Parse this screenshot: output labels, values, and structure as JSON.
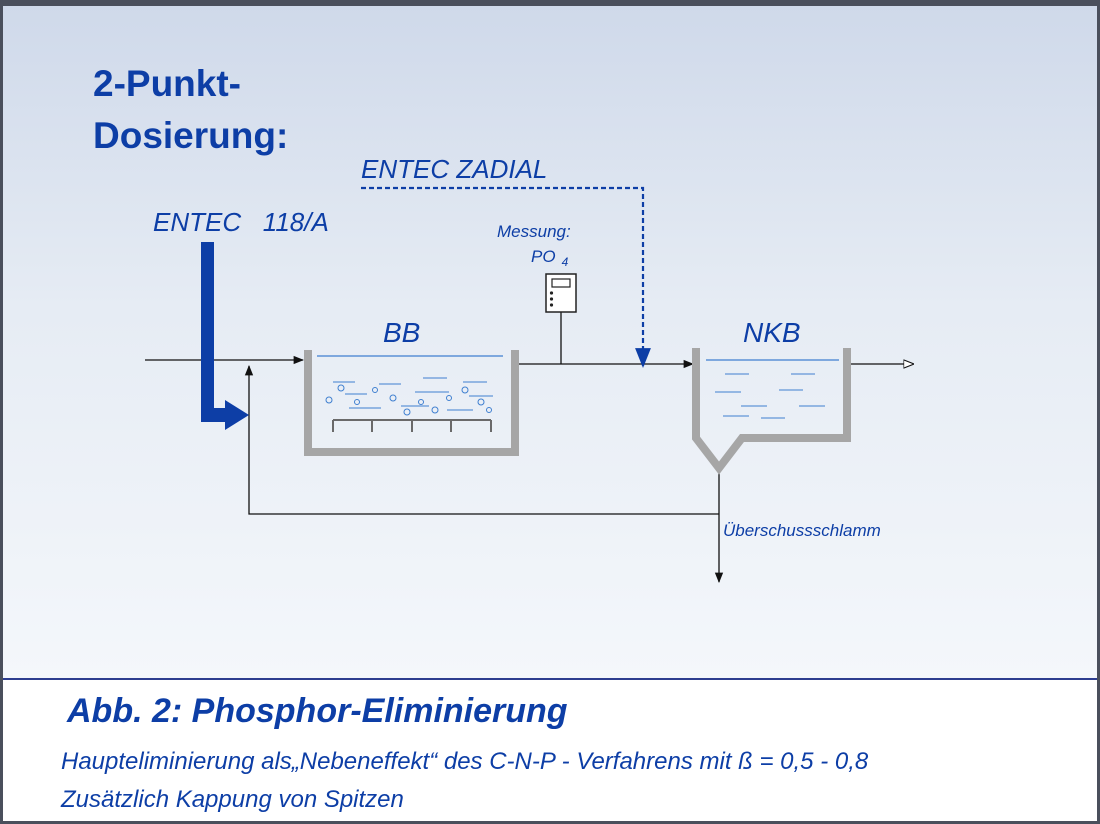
{
  "title": "2-Punkt-\nDosierung:",
  "dosing": {
    "entec_118a": "ENTEC   118/A",
    "entec_zadial": "ENTEC ZADIAL"
  },
  "measurement": {
    "label": "Messung:",
    "po": "PO",
    "subscript": "4"
  },
  "tanks": {
    "bb": "BB",
    "nkb": "NKB"
  },
  "sludge_label": "Überschussschlamm",
  "caption": {
    "title": "Abb. 2: Phosphor-Eliminierung",
    "line1": "Haupteliminierung als„Nebeneffekt“ des C-N-P - Verfahrens mit ß = 0,5 - 0,8",
    "line2": "Zusätzlich Kappung von Spitzen"
  },
  "colors": {
    "accent": "#0d3ea6",
    "tank_wall": "#a6a6a6",
    "water": "#3f7fd0",
    "frame": "#4a4f5c"
  }
}
